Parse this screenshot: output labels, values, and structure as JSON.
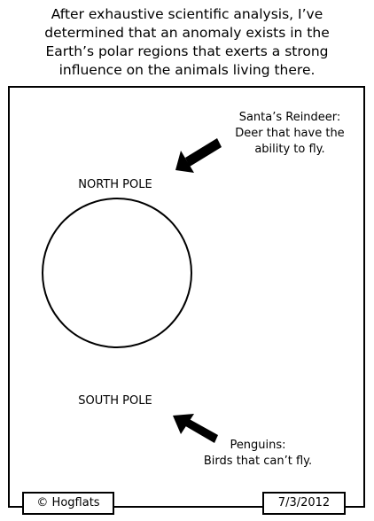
{
  "caption": {
    "lines": [
      "After exhaustive scientific analysis, I’ve",
      "determined that an anomaly exists in the",
      "Earth’s polar regions that exerts a strong",
      "influence on the animals living there."
    ]
  },
  "diagram": {
    "north_label": "NORTH POLE",
    "south_label": "SOUTH POLE",
    "reindeer_note": {
      "lines": [
        "Santa’s Reindeer:",
        "Deer that have the",
        "ability to fly."
      ]
    },
    "penguin_note": {
      "lines": [
        "Penguins:",
        "Birds that can’t fly."
      ]
    }
  },
  "footer": {
    "copyright": "© Hogflats",
    "date": "7/3/2012"
  }
}
